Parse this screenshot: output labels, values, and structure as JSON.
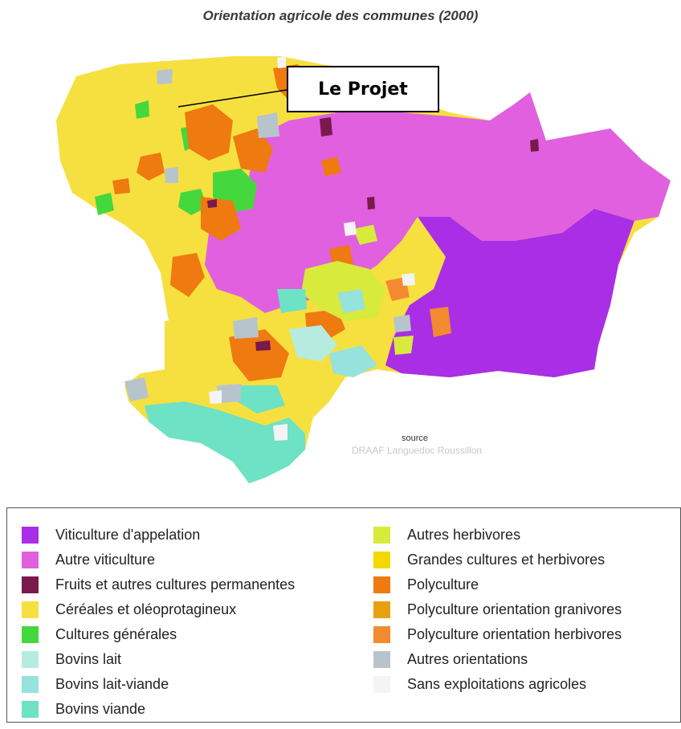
{
  "title": "Orientation agricole des communes (2000)",
  "callout": {
    "label": "Le Projet"
  },
  "source": {
    "label": "source",
    "attribution": "DRAAF Languedoc Roussillon"
  },
  "colors": {
    "viticulture_appelation": "#a92ee6",
    "autre_viticulture": "#e060e0",
    "fruits": "#7a1a4a",
    "cereales": "#f6e040",
    "cultures_generales": "#44d83c",
    "bovins_lait": "#b6ecdf",
    "bovins_lait_viande": "#96e2dc",
    "bovins_viande": "#6ee2c4",
    "autres_herbivores": "#d8ea3c",
    "grandes_cultures": "#f4d800",
    "polyculture": "#ee7a10",
    "polyculture_granivores": "#e8a010",
    "polyculture_herbivores": "#f48a30",
    "autres_orientations": "#b8c4cc",
    "sans_exploitations": "#f4f4f6"
  },
  "legend": {
    "col1": [
      {
        "label": "Viticulture d'appelation",
        "color": "#a92ee6"
      },
      {
        "label": "Autre viticulture",
        "color": "#e060e0"
      },
      {
        "label": "Fruits et autres cultures permanentes",
        "color": "#7a1a4a"
      },
      {
        "label": "Céréales et oléoprotagineux",
        "color": "#f6e040"
      },
      {
        "label": "Cultures générales",
        "color": "#44d83c"
      },
      {
        "label": "Bovins lait",
        "color": "#b6ecdf"
      },
      {
        "label": "Bovins lait-viande",
        "color": "#96e2dc"
      },
      {
        "label": "Bovins viande",
        "color": "#6ee2c4"
      }
    ],
    "col2": [
      {
        "label": "Autres herbivores",
        "color": "#d8ea3c"
      },
      {
        "label": "Grandes cultures et herbivores",
        "color": "#f4d800"
      },
      {
        "label": "Polyculture",
        "color": "#ee7a10"
      },
      {
        "label": "Polyculture orientation granivores",
        "color": "#e8a010"
      },
      {
        "label": "Polyculture orientation herbivores",
        "color": "#f48a30"
      },
      {
        "label": "Autres orientations",
        "color": "#b8c4cc"
      },
      {
        "label": "Sans exploitations agricoles",
        "color": "#f4f4f6"
      }
    ]
  }
}
